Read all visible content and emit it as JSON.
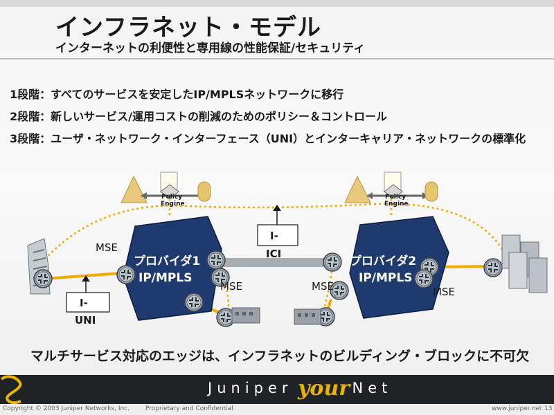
{
  "slide": {
    "title": "インフラネット・モデル",
    "subtitle": "インターネットの利便性と専用線の性能保証/セキュリティ",
    "steps": [
      "1段階：すべてのサービスを安定したIP/MPLSネットワークに移行",
      "2段階：新しいサービス/運用コストの削減のためのポリシー＆コントロール",
      "3段階：ユーザ・ネットワーク・インターフェース（UNI）とインターキャリア・ネットワークの標準化"
    ],
    "conclusion": "マルチサービス対応のエッジは、インフラネットのビルディング・ブロックに不可欠"
  },
  "diagram": {
    "provider1": {
      "name": "プロバイダ1",
      "net": "IP/MPLS"
    },
    "provider2": {
      "name": "プロバイダ2",
      "net": "IP/MPLS"
    },
    "mse_label": "MSE",
    "policy_engine": [
      "Policy",
      "Engine"
    ],
    "uni_label": [
      "I-",
      "UNI"
    ],
    "ici_label": [
      "I-",
      "ICI"
    ]
  },
  "footer": {
    "brand": "Juniper",
    "brand_script": "your",
    "brand_end": "Net",
    "copyright": "Copyright © 2003 Juniper Networks, Inc.",
    "confidential": "Proprietary and Confidential",
    "url": "www.juniper.net",
    "page": "13"
  },
  "colors": {
    "hexagon": "#1f3a6e",
    "link_orange": "#f2a900",
    "footer_band": "#1f2326",
    "brand_yellow": "#e8b400"
  }
}
